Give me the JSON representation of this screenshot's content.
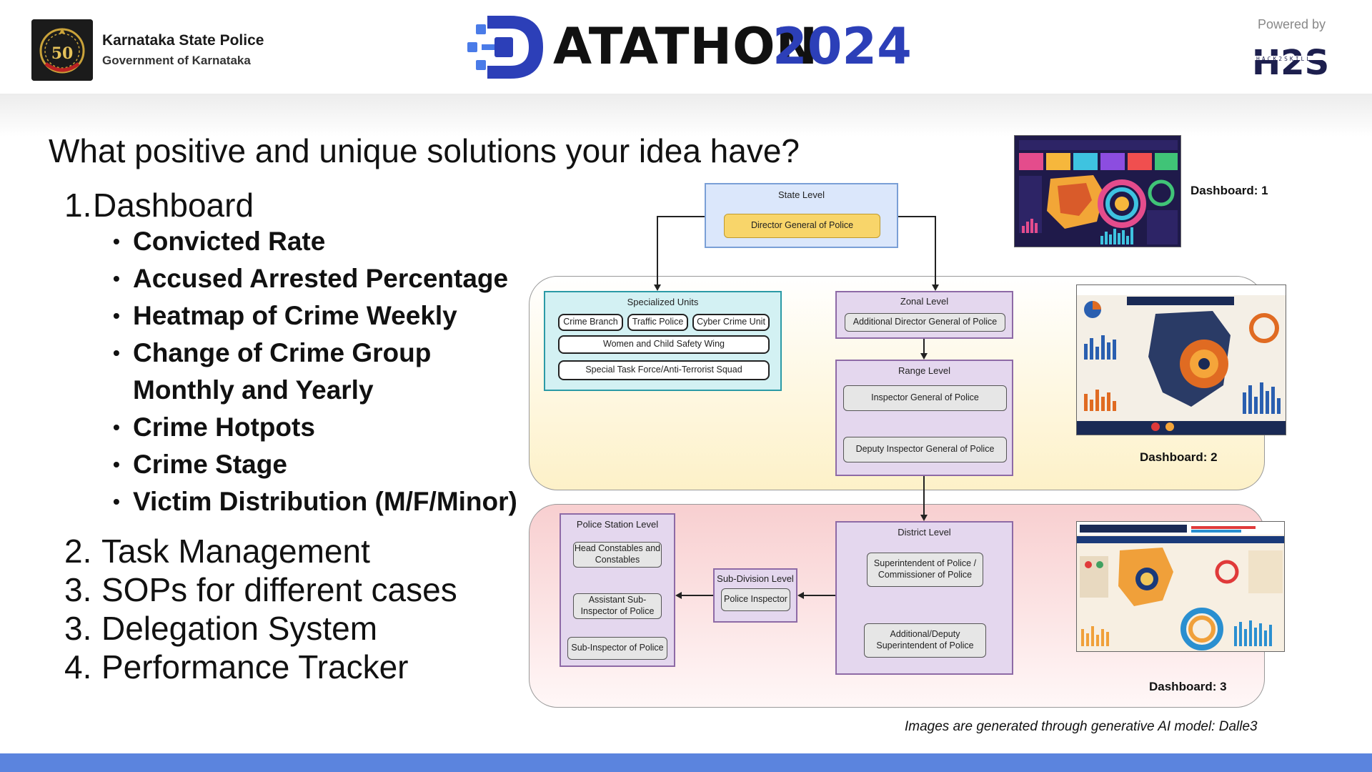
{
  "header": {
    "org_name": "Karnataka State Police",
    "org_sub": "Government of Karnataka",
    "logo_text": "50",
    "brand_word": "ATATHON",
    "brand_year": "2024",
    "powered_by": "Powered by",
    "sponsor_logo": "H2S",
    "sponsor_tagline": "HACK2SKILL"
  },
  "content": {
    "question": "What positive and unique solutions your idea have?",
    "dashboard": {
      "number": "1.",
      "label": "Dashboard",
      "bullets": [
        "Convicted Rate",
        "Accused Arrested Percentage",
        "Heatmap of Crime Weekly",
        "Change of Crime Group",
        "Monthly and Yearly",
        "Crime Hotpots",
        "Crime Stage",
        "Victim Distribution (M/F/Minor)"
      ]
    },
    "items": [
      {
        "number": "2.",
        "label": "Task Management"
      },
      {
        "number": "3.",
        "label": "SOPs for different cases"
      },
      {
        "number": "3.",
        "label": "Delegation System"
      },
      {
        "number": "4.",
        "label": "Performance Tracker"
      }
    ]
  },
  "diagram": {
    "state": {
      "title": "State Level",
      "node": "Director General of Police"
    },
    "units": {
      "title": "Specialized Units",
      "nodes": [
        "Crime Branch",
        "Traffic Police",
        "Cyber Crime Unit",
        "Women and Child Safety Wing",
        "Special Task Force/Anti-Terrorist Squad"
      ]
    },
    "zonal": {
      "title": "Zonal Level",
      "node": "Additional Director General of Police"
    },
    "range": {
      "title": "Range Level",
      "nodes": [
        "Inspector General of Police",
        "Deputy Inspector General of Police"
      ]
    },
    "district": {
      "title": "District Level",
      "nodes": [
        "Superintendent of Police / Commissioner of Police",
        "Additional/Deputy Superintendent of Police"
      ]
    },
    "subdivision": {
      "title": "Sub-Division Level",
      "node": "Police Inspector"
    },
    "station": {
      "title": "Police Station Level",
      "nodes": [
        "Head Constables and Constables",
        "Assistant Sub-Inspector of Police",
        "Sub-Inspector of Police"
      ]
    }
  },
  "dashboards": [
    {
      "label": "Dashboard: 1"
    },
    {
      "label": "Dashboard: 2"
    },
    {
      "label": "Dashboard: 3"
    }
  ],
  "caption": "Images are  generated through generative AI model: Dalle3",
  "colors": {
    "brand_blue": "#2c3fb8",
    "bottom_bar": "#5b84de",
    "state_box": "#dbe7fb",
    "units_box": "#d3f1f3",
    "level_box": "#e4d7ee",
    "gold_node": "#f8d56a"
  }
}
